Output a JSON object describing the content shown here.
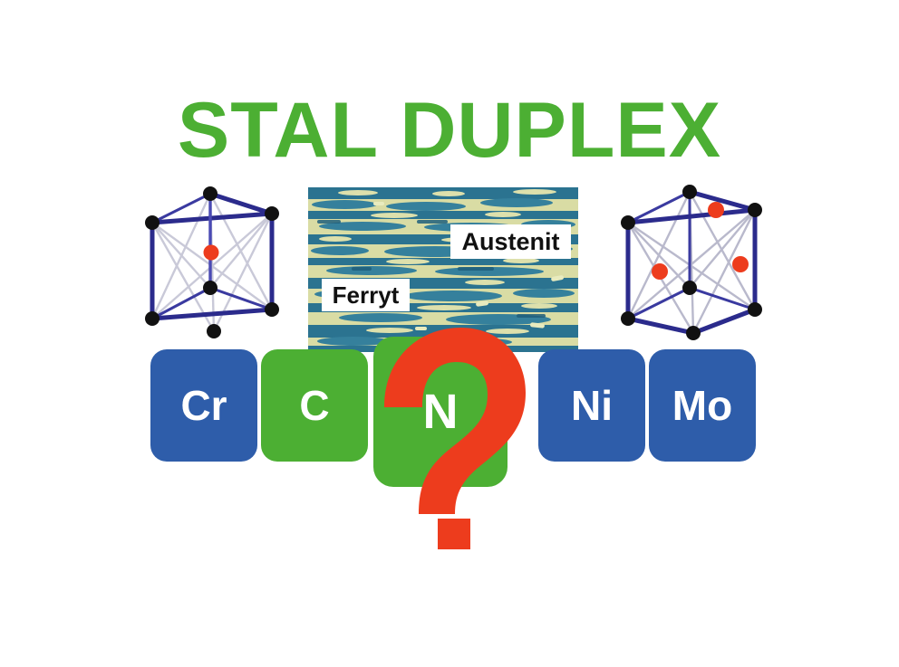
{
  "slide": {
    "title": "STAL DUPLEX",
    "background_color": "#FFFFFF",
    "title_color": "#4CAF33"
  },
  "crystal_structures": [
    {
      "id": "bcc",
      "name": "body-centered-cubic-cell",
      "position": "left",
      "edge_color": "#2B2B8C",
      "corner_atom_color": "#111111",
      "interior_atom_color": "#ED3C1D",
      "corner_atom_count": 8,
      "interior_atom_count": 1,
      "represents": "Ferryt"
    },
    {
      "id": "fcc",
      "name": "face-centered-cubic-cell",
      "position": "right",
      "edge_color": "#2B2B8C",
      "corner_atom_color": "#111111",
      "interior_atom_color": "#ED3C1D",
      "corner_atom_count": 8,
      "interior_atom_count": 3,
      "represents": "Austenit"
    }
  ],
  "micrograph": {
    "name": "duplex-steel-microstructure",
    "ferrite_band_color": "#2B7390",
    "austenite_band_color": "#D9DCA4",
    "labels": [
      {
        "id": "austenit",
        "text": "Austenit"
      },
      {
        "id": "ferryt",
        "text": "Ferryt"
      }
    ]
  },
  "elements": [
    {
      "id": "cr",
      "symbol": "Cr",
      "color": "#2E5DAA",
      "size": "small"
    },
    {
      "id": "c",
      "symbol": "C",
      "color": "#4CAF33",
      "size": "small"
    },
    {
      "id": "n",
      "symbol": "N",
      "color": "#4CAF33",
      "size": "big"
    },
    {
      "id": "ni",
      "symbol": "Ni",
      "color": "#2E5DAA",
      "size": "small"
    },
    {
      "id": "mo",
      "symbol": "Mo",
      "color": "#2E5DAA",
      "size": "small"
    }
  ],
  "question_mark": {
    "glyph": "?",
    "color": "#ED3C1D",
    "overlays_element": "N"
  }
}
